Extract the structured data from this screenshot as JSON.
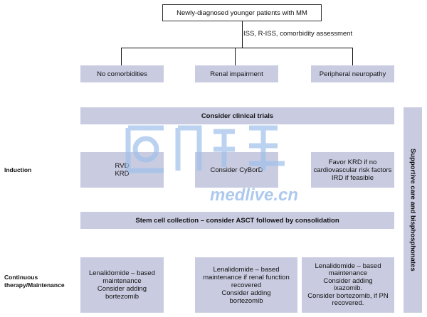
{
  "top_box": "Newly-diagnosed younger patients with MM",
  "assessment_text": "ISS, R-ISS, comorbidity assessment",
  "categories": [
    "No comorbidities",
    "Renal impairment",
    "Peripheral neuropathy"
  ],
  "clinical_trials": "Consider clinical trials",
  "row_labels": {
    "induction": "Induction",
    "continuous": "Continuous\ntherapy/Maintenance"
  },
  "induction": [
    "RVD\nKRD",
    "Consider CyBorD",
    "Favor KRD if no\ncardiovascular risk factors\nIRD if feasible"
  ],
  "stem_cell": "Stem cell collection – consider ASCT followed by consolidation",
  "maintenance": [
    "Lenalidomide – based\nmaintenance\nConsider adding\nbortezomib",
    "Lenalidomide – based\nmaintenance if renal function recovered\nConsider adding\nbortezomib",
    "Lenalidomide – based\nmaintenance\nConsider adding\nixazomib.\nConsider bortezomib, if PN\nrecovered."
  ],
  "side_panel": "Supportive care and bisphosphonates",
  "watermark": "medlive.cn",
  "colors": {
    "box_fill": "#c9cce1",
    "line": "#111111",
    "watermark": "#9fc0ea"
  }
}
